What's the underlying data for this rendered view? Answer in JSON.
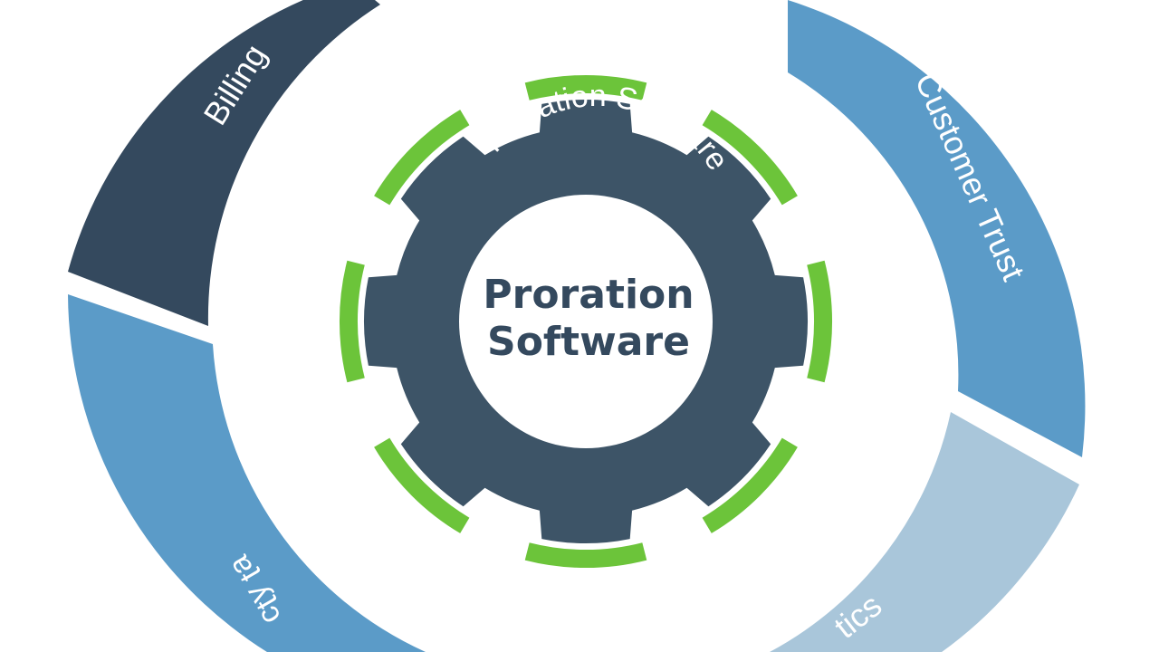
{
  "diagram": {
    "outer_segments": [
      {
        "label": "Billing",
        "color": "#34495e",
        "text_color": "#ffffff"
      },
      {
        "label": "Customer Trust",
        "color": "#5b9bc8",
        "text_color": "#ffffff"
      },
      {
        "label": "tics",
        "color": "#a9c6da",
        "text_color": "#ffffff"
      },
      {
        "label": "ɐʇ ʎʇɔ",
        "color": "#5b9bc8",
        "text_color": "#ffffff"
      }
    ],
    "gear": {
      "arc_label": "Proration Software",
      "body_color": "#3d5467",
      "accent_color": "#6cc43a",
      "center_title_line1": "Proration",
      "center_title_line2": "Software",
      "center_text_color": "#34495e"
    }
  }
}
